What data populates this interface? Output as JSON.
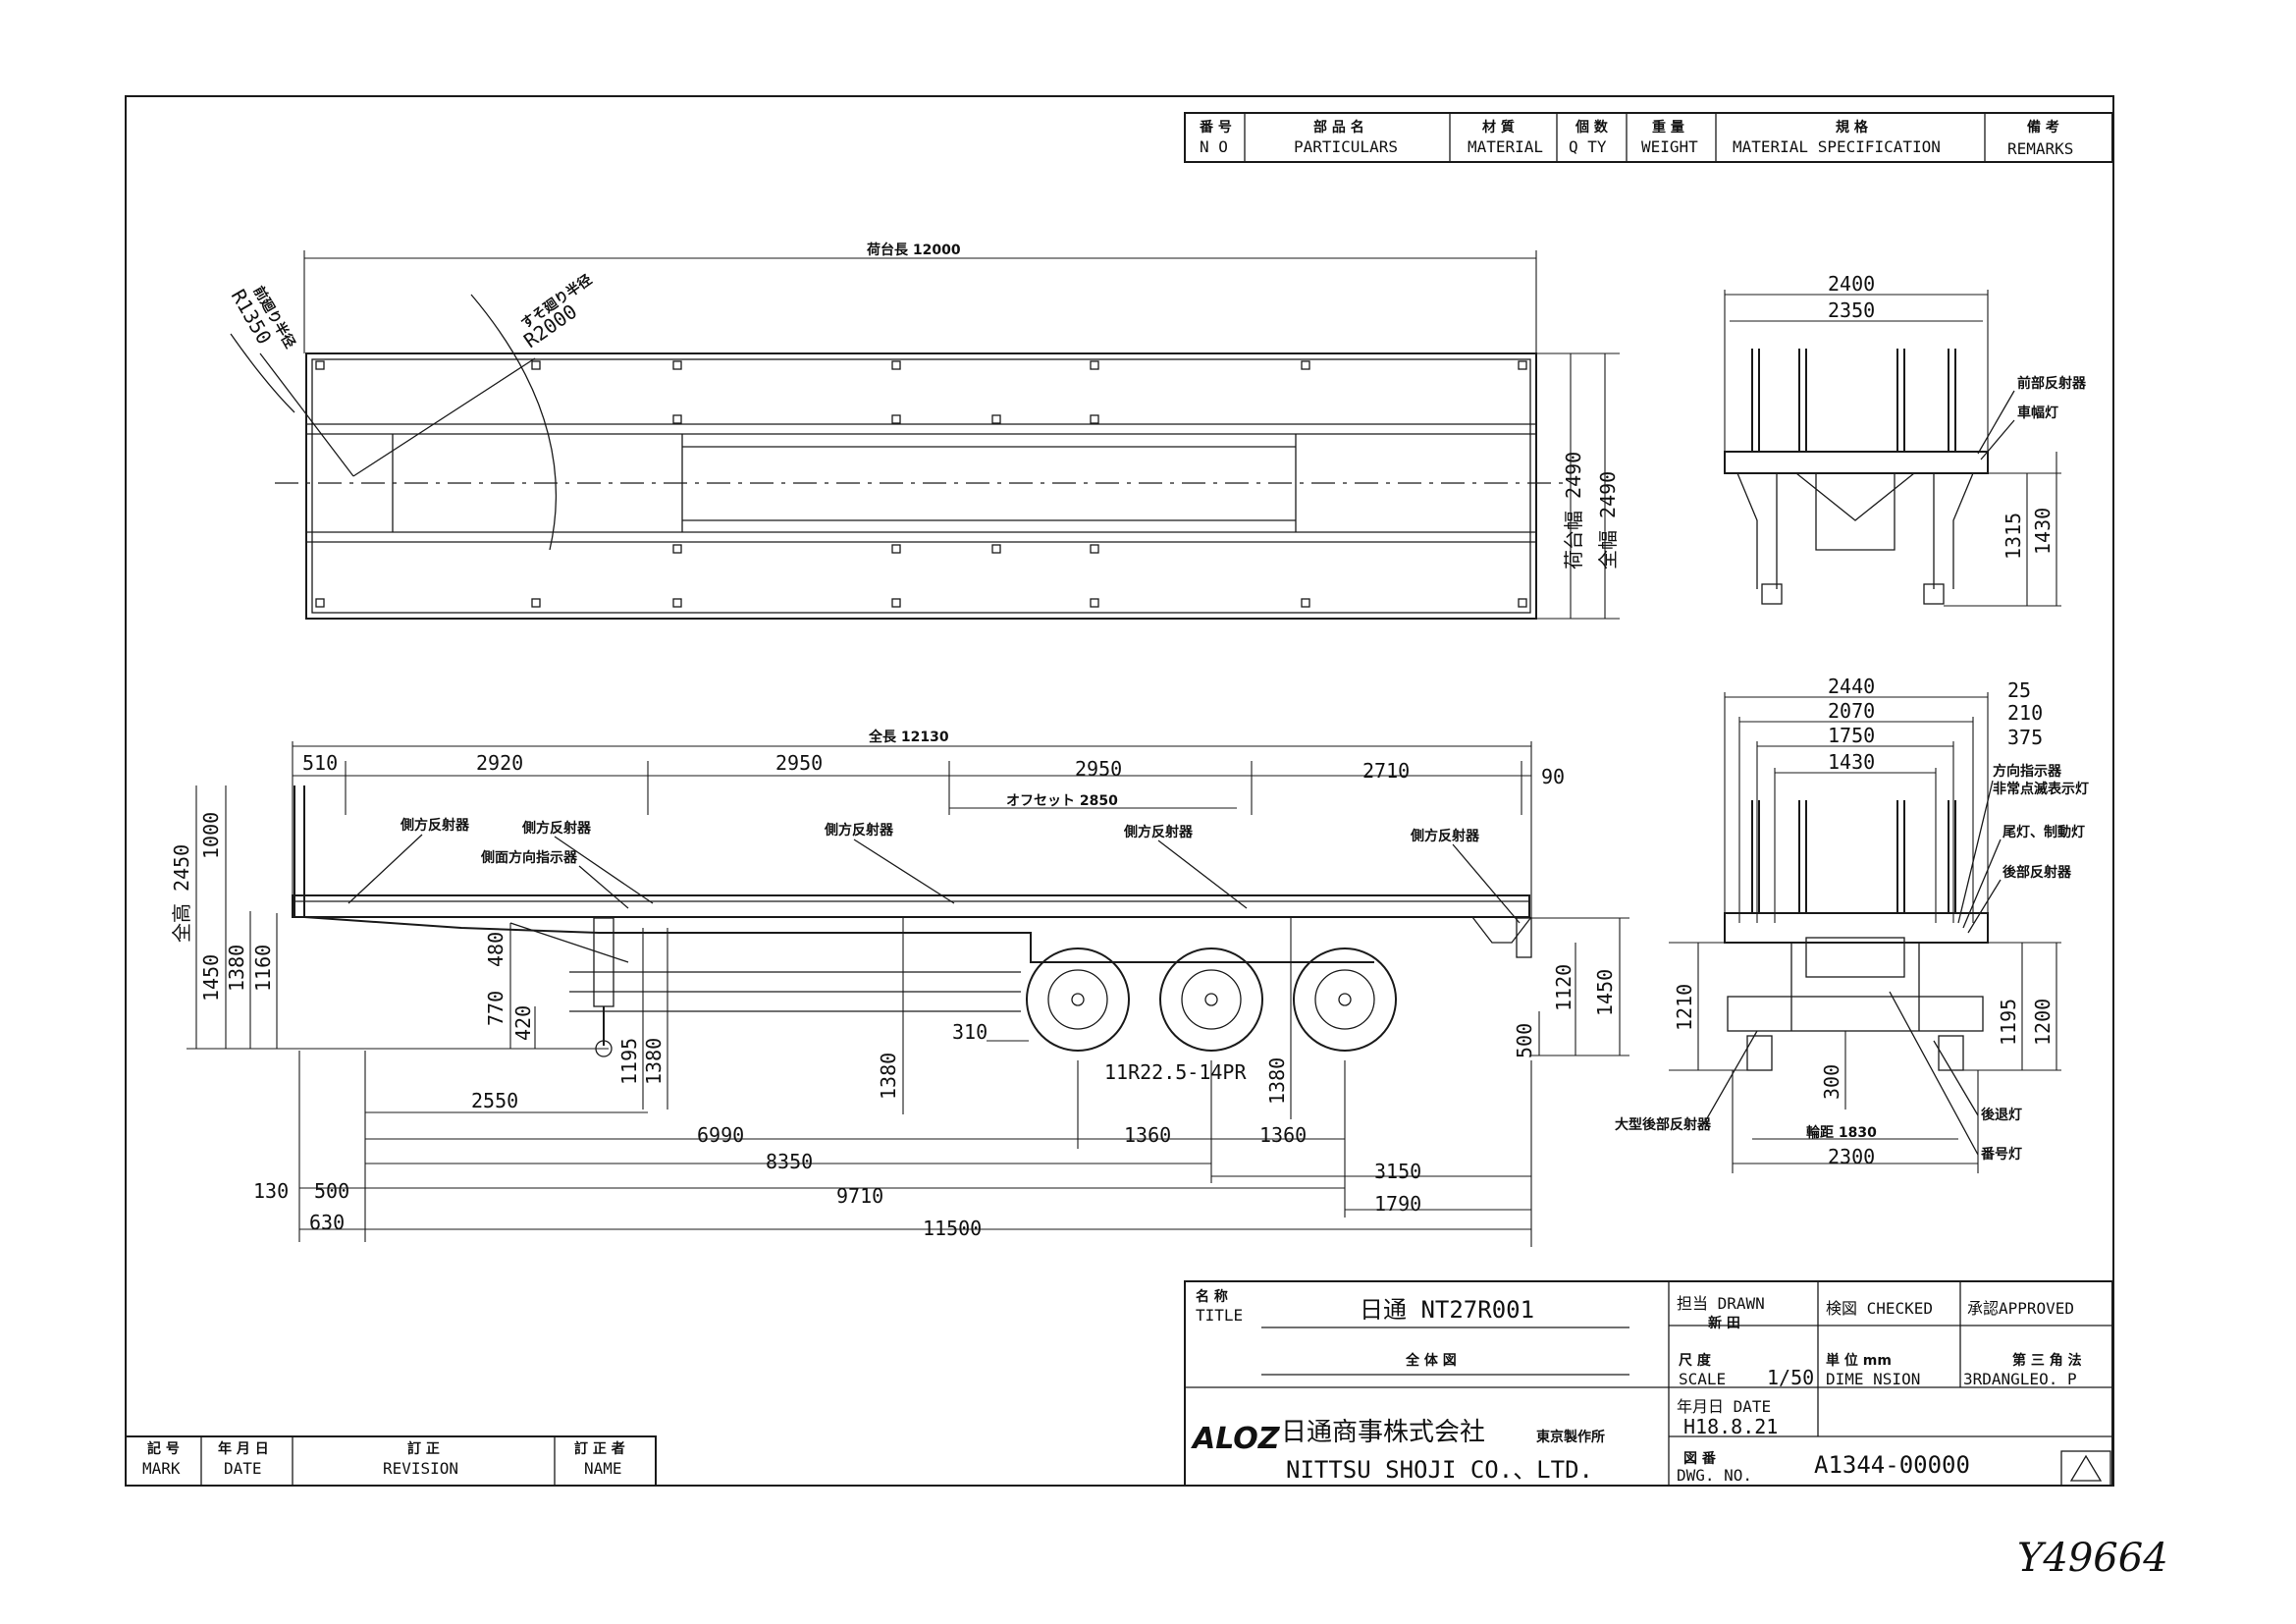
{
  "parts_header": {
    "no_jp": "番 号",
    "no": "N O",
    "particulars_jp": "部 品 名",
    "particulars": "PARTICULARS",
    "material_jp": "材 質",
    "material": "MATERIAL",
    "qty_jp": "個 数",
    "qty": "Q TY",
    "weight_jp": "重 量",
    "weight": "WEIGHT",
    "spec_jp": "規 格",
    "spec": "MATERIAL SPECIFICATION",
    "remarks_jp": "備 考",
    "remarks": "REMARKS"
  },
  "top_view": {
    "overall_length": "荷台長 12000",
    "radius_front": "前廻り半径",
    "radius_front_val": "R1350",
    "radius_rear": "すそ廻り半径",
    "radius_rear_val": "R2000",
    "width_inner": "荷台幅 2490",
    "width_outer": "全幅 2490"
  },
  "side_view": {
    "overall_length": "全長 12130",
    "seg": [
      "510",
      "2920",
      "2950",
      "2950",
      "2710",
      "90"
    ],
    "offset": "オフセット 2850",
    "height_total": "全高 2450",
    "h1000": "1000",
    "h1450": "1450",
    "h1380": "1380",
    "h1160": "1160",
    "h480": "480",
    "h770": "770",
    "h420": "420",
    "h1195": "1195",
    "h1380b": "1380",
    "h1380c": "1380",
    "h1380d": "1380",
    "h500": "500",
    "h1120": "1120",
    "h1450r": "1450",
    "d310": "310",
    "tire": "11R22.5-14PR",
    "d2550": "2550",
    "d6990": "6990",
    "d1360a": "1360",
    "d1360b": "1360",
    "d8350": "8350",
    "d3150": "3150",
    "d130": "130",
    "d500": "500",
    "d9710": "9710",
    "d1790": "1790",
    "d630": "630",
    "d11500": "11500",
    "lbl_side_reflector": "側方反射器",
    "lbl_side_indicator": "側面方向指示器"
  },
  "front_view": {
    "w2400": "2400",
    "w2350": "2350",
    "h1315": "1315",
    "h1430": "1430",
    "lbl_front_reflector": "前部反射器",
    "lbl_width_light": "車幅灯"
  },
  "rear_view": {
    "w2440": "2440",
    "w2070": "2070",
    "w1750": "1750",
    "w1430": "1430",
    "w25": "25",
    "w210": "210",
    "w375": "375",
    "h1210": "1210",
    "h1195": "1195",
    "h1200": "1200",
    "h300": "300",
    "axle": "輪距 1830",
    "w2300": "2300",
    "lbl_turn": "方向指示器",
    "lbl_hazard": "非常点滅表示灯",
    "lbl_tail": "尾灯、制動灯",
    "lbl_rear_reflector": "後部反射器",
    "lbl_large_reflector": "大型後部反射器",
    "lbl_reverse": "後退灯",
    "lbl_plate": "番号灯"
  },
  "title_block": {
    "title_jp": "名 称",
    "title_en": "TITLE",
    "title_value": "日通 NT27R001",
    "subtitle": "全 体 図",
    "drawn_label": "担当 DRAWN",
    "drawn_name": "新 田",
    "checked_label": "検図 CHECKED",
    "approved_label": "承認APPROVED",
    "scale_jp": "尺 度",
    "scale_en": "SCALE",
    "scale_value": "1/50",
    "unit_jp": "単 位 mm",
    "unit_en": "DIME NSION",
    "proj_jp": "第 三 角 法",
    "proj_en": "3RDANGLEO. P",
    "date_label": "年月日 DATE",
    "date_value": "H18.8.21",
    "dwg_jp": "図 番",
    "dwg_en": "DWG. NO.",
    "dwg_value": "A1344-00000",
    "company_logo": "ALOZ",
    "company_jp": "日通商事株式会社",
    "factory_jp": "東京製作所",
    "company_en": "NITTSU SHOJI CO.、LTD."
  },
  "revision_block": {
    "mark_jp": "記 号",
    "mark": "MARK",
    "date_jp": "年 月 日",
    "date": "DATE",
    "revision_jp": "訂 正",
    "revision": "REVISION",
    "name_jp": "訂 正 者",
    "name": "NAME"
  },
  "handwritten_code": "Y49664"
}
